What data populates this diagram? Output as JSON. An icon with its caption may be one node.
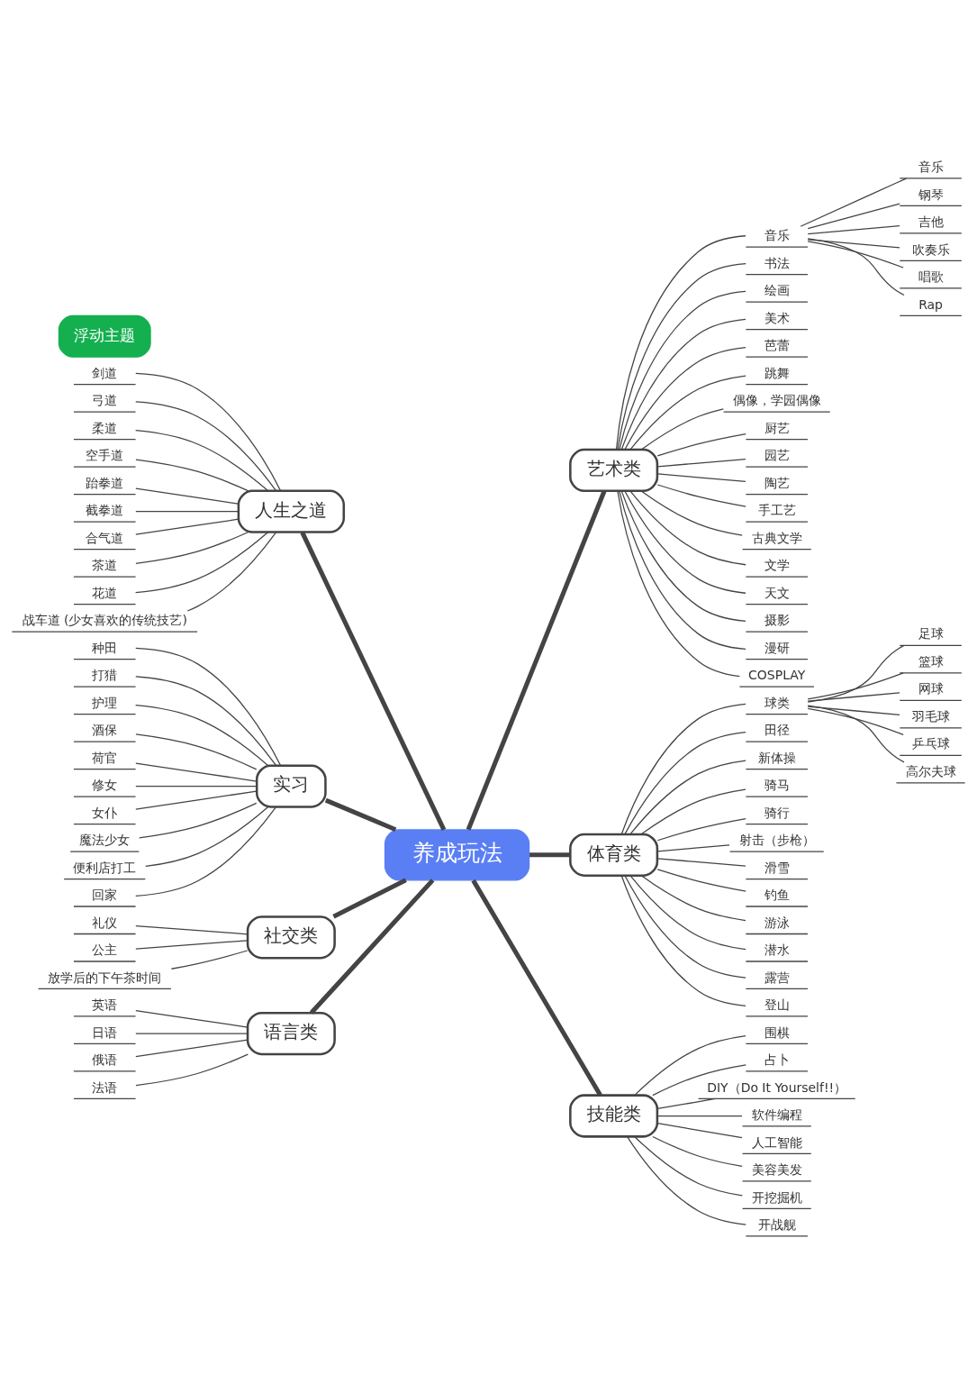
{
  "diagram": {
    "nodes": [
      {
        "text": [
          "养成玩法"
        ]
      },
      {
        "text": [
          "浮动主题"
        ]
      },
      {
        "text": [
          "艺术类"
        ]
      },
      {
        "text": [
          "音乐"
        ]
      },
      {
        "text": [
          "音乐"
        ]
      },
      {
        "text": [
          "钢琴"
        ]
      },
      {
        "text": [
          "吉他"
        ]
      },
      {
        "text": [
          "吹奏乐"
        ]
      },
      {
        "text": [
          "唱歌"
        ]
      },
      {
        "text": [
          "Rap"
        ]
      },
      {
        "text": [
          "书法"
        ]
      },
      {
        "text": [
          "绘画"
        ]
      },
      {
        "text": [
          "美术"
        ]
      },
      {
        "text": [
          "芭蕾"
        ]
      },
      {
        "text": [
          "跳舞"
        ]
      },
      {
        "text": [
          "偶像，学园偶像"
        ]
      },
      {
        "text": [
          "厨艺"
        ]
      },
      {
        "text": [
          "园艺"
        ]
      },
      {
        "text": [
          "陶艺"
        ]
      },
      {
        "text": [
          "手工艺"
        ]
      },
      {
        "text": [
          "古典文学"
        ]
      },
      {
        "text": [
          "文学"
        ]
      },
      {
        "text": [
          "天文"
        ]
      },
      {
        "text": [
          "摄影"
        ]
      },
      {
        "text": [
          "漫研"
        ]
      },
      {
        "text": [
          "COSPLAY"
        ]
      },
      {
        "text": [
          "体育类"
        ]
      },
      {
        "text": [
          "球类"
        ]
      },
      {
        "text": [
          "足球"
        ]
      },
      {
        "text": [
          "篮球"
        ]
      },
      {
        "text": [
          "网球"
        ]
      },
      {
        "text": [
          "羽毛球"
        ]
      },
      {
        "text": [
          "乒乓球"
        ]
      },
      {
        "text": [
          "高尔夫球"
        ]
      },
      {
        "text": [
          "田径"
        ]
      },
      {
        "text": [
          "新体操"
        ]
      },
      {
        "text": [
          "骑马"
        ]
      },
      {
        "text": [
          "骑行"
        ]
      },
      {
        "text": [
          "射击（步枪）"
        ]
      },
      {
        "text": [
          "滑雪"
        ]
      },
      {
        "text": [
          "钓鱼"
        ]
      },
      {
        "text": [
          "游泳"
        ]
      },
      {
        "text": [
          "潜水"
        ]
      },
      {
        "text": [
          "露营"
        ]
      },
      {
        "text": [
          "登山"
        ]
      },
      {
        "text": [
          "技能类"
        ]
      },
      {
        "text": [
          "围棋"
        ]
      },
      {
        "text": [
          "占卜"
        ]
      },
      {
        "text": [
          "DIY（Do It Yourself!!）"
        ]
      },
      {
        "text": [
          "软件编程"
        ]
      },
      {
        "text": [
          "人工智能"
        ]
      },
      {
        "text": [
          "美容美发"
        ]
      },
      {
        "text": [
          "开挖掘机"
        ]
      },
      {
        "text": [
          "开战舰"
        ]
      },
      {
        "text": [
          "人生之道"
        ]
      },
      {
        "text": [
          "剑道"
        ]
      },
      {
        "text": [
          "弓道"
        ]
      },
      {
        "text": [
          "柔道"
        ]
      },
      {
        "text": [
          "空手道"
        ]
      },
      {
        "text": [
          "跆拳道"
        ]
      },
      {
        "text": [
          "截拳道"
        ]
      },
      {
        "text": [
          "合气道"
        ]
      },
      {
        "text": [
          "茶道"
        ]
      },
      {
        "text": [
          "花道"
        ]
      },
      {
        "text": [
          "战车道 (少女喜欢的传统技艺)"
        ]
      },
      {
        "text": [
          "实习"
        ]
      },
      {
        "text": [
          "种田"
        ]
      },
      {
        "text": [
          "打猎"
        ]
      },
      {
        "text": [
          "护理"
        ]
      },
      {
        "text": [
          "酒保"
        ]
      },
      {
        "text": [
          "荷官"
        ]
      },
      {
        "text": [
          "修女"
        ]
      },
      {
        "text": [
          "女仆"
        ]
      },
      {
        "text": [
          "魔法少女"
        ]
      },
      {
        "text": [
          "便利店打工"
        ]
      },
      {
        "text": [
          "回家"
        ]
      },
      {
        "text": [
          "社交类"
        ]
      },
      {
        "text": [
          "礼仪"
        ]
      },
      {
        "text": [
          "公主"
        ]
      },
      {
        "text": [
          "放学后的下午茶时间"
        ]
      },
      {
        "text": [
          "语言类"
        ]
      },
      {
        "text": [
          "英语"
        ]
      },
      {
        "text": [
          "日语"
        ]
      },
      {
        "text": [
          "俄语"
        ]
      },
      {
        "text": [
          "法语"
        ]
      }
    ],
    "edges": [
      {
        "from": 0,
        "to": 2,
        "arrow": "none",
        "style": "thick"
      },
      {
        "from": 2,
        "to": 3,
        "arrow": "none"
      },
      {
        "from": 3,
        "to": 4,
        "arrow": "none"
      },
      {
        "from": 3,
        "to": 5,
        "arrow": "none"
      },
      {
        "from": 3,
        "to": 6,
        "arrow": "none"
      },
      {
        "from": 3,
        "to": 7,
        "arrow": "none"
      },
      {
        "from": 3,
        "to": 8,
        "arrow": "none"
      },
      {
        "from": 3,
        "to": 9,
        "arrow": "none"
      },
      {
        "from": 2,
        "to": 10,
        "arrow": "none"
      },
      {
        "from": 2,
        "to": 11,
        "arrow": "none"
      },
      {
        "from": 2,
        "to": 12,
        "arrow": "none"
      },
      {
        "from": 2,
        "to": 13,
        "arrow": "none"
      },
      {
        "from": 2,
        "to": 14,
        "arrow": "none"
      },
      {
        "from": 2,
        "to": 15,
        "arrow": "none"
      },
      {
        "from": 2,
        "to": 16,
        "arrow": "none"
      },
      {
        "from": 2,
        "to": 17,
        "arrow": "none"
      },
      {
        "from": 2,
        "to": 18,
        "arrow": "none"
      },
      {
        "from": 2,
        "to": 19,
        "arrow": "none"
      },
      {
        "from": 2,
        "to": 20,
        "arrow": "none"
      },
      {
        "from": 2,
        "to": 21,
        "arrow": "none"
      },
      {
        "from": 2,
        "to": 22,
        "arrow": "none"
      },
      {
        "from": 2,
        "to": 23,
        "arrow": "none"
      },
      {
        "from": 2,
        "to": 24,
        "arrow": "none"
      },
      {
        "from": 2,
        "to": 25,
        "arrow": "none"
      },
      {
        "from": 0,
        "to": 26,
        "arrow": "none",
        "style": "thick"
      },
      {
        "from": 26,
        "to": 27,
        "arrow": "none"
      },
      {
        "from": 27,
        "to": 28,
        "arrow": "none"
      },
      {
        "from": 27,
        "to": 29,
        "arrow": "none"
      },
      {
        "from": 27,
        "to": 30,
        "arrow": "none"
      },
      {
        "from": 27,
        "to": 31,
        "arrow": "none"
      },
      {
        "from": 27,
        "to": 32,
        "arrow": "none"
      },
      {
        "from": 27,
        "to": 33,
        "arrow": "none"
      },
      {
        "from": 26,
        "to": 34,
        "arrow": "none"
      },
      {
        "from": 26,
        "to": 35,
        "arrow": "none"
      },
      {
        "from": 26,
        "to": 36,
        "arrow": "none"
      },
      {
        "from": 26,
        "to": 37,
        "arrow": "none"
      },
      {
        "from": 26,
        "to": 38,
        "arrow": "none"
      },
      {
        "from": 26,
        "to": 39,
        "arrow": "none"
      },
      {
        "from": 26,
        "to": 40,
        "arrow": "none"
      },
      {
        "from": 26,
        "to": 41,
        "arrow": "none"
      },
      {
        "from": 26,
        "to": 42,
        "arrow": "none"
      },
      {
        "from": 26,
        "to": 43,
        "arrow": "none"
      },
      {
        "from": 26,
        "to": 44,
        "arrow": "none"
      },
      {
        "from": 0,
        "to": 45,
        "arrow": "none",
        "style": "thick"
      },
      {
        "from": 45,
        "to": 46,
        "arrow": "none"
      },
      {
        "from": 45,
        "to": 47,
        "arrow": "none"
      },
      {
        "from": 45,
        "to": 48,
        "arrow": "none"
      },
      {
        "from": 45,
        "to": 49,
        "arrow": "none"
      },
      {
        "from": 45,
        "to": 50,
        "arrow": "none"
      },
      {
        "from": 45,
        "to": 51,
        "arrow": "none"
      },
      {
        "from": 45,
        "to": 52,
        "arrow": "none"
      },
      {
        "from": 45,
        "to": 53,
        "arrow": "none"
      },
      {
        "from": 0,
        "to": 54,
        "arrow": "none",
        "style": "thick"
      },
      {
        "from": 54,
        "to": 55,
        "arrow": "none"
      },
      {
        "from": 54,
        "to": 56,
        "arrow": "none"
      },
      {
        "from": 54,
        "to": 57,
        "arrow": "none"
      },
      {
        "from": 54,
        "to": 58,
        "arrow": "none"
      },
      {
        "from": 54,
        "to": 59,
        "arrow": "none"
      },
      {
        "from": 54,
        "to": 60,
        "arrow": "none"
      },
      {
        "from": 54,
        "to": 61,
        "arrow": "none"
      },
      {
        "from": 54,
        "to": 62,
        "arrow": "none"
      },
      {
        "from": 54,
        "to": 63,
        "arrow": "none"
      },
      {
        "from": 54,
        "to": 64,
        "arrow": "none"
      },
      {
        "from": 0,
        "to": 65,
        "arrow": "none",
        "style": "thick"
      },
      {
        "from": 65,
        "to": 66,
        "arrow": "none"
      },
      {
        "from": 65,
        "to": 67,
        "arrow": "none"
      },
      {
        "from": 65,
        "to": 68,
        "arrow": "none"
      },
      {
        "from": 65,
        "to": 69,
        "arrow": "none"
      },
      {
        "from": 65,
        "to": 70,
        "arrow": "none"
      },
      {
        "from": 65,
        "to": 71,
        "arrow": "none"
      },
      {
        "from": 65,
        "to": 72,
        "arrow": "none"
      },
      {
        "from": 65,
        "to": 73,
        "arrow": "none"
      },
      {
        "from": 65,
        "to": 74,
        "arrow": "none"
      },
      {
        "from": 65,
        "to": 75,
        "arrow": "none"
      },
      {
        "from": 0,
        "to": 76,
        "arrow": "none",
        "style": "thick"
      },
      {
        "from": 76,
        "to": 77,
        "arrow": "none"
      },
      {
        "from": 76,
        "to": 78,
        "arrow": "none"
      },
      {
        "from": 76,
        "to": 79,
        "arrow": "none"
      },
      {
        "from": 0,
        "to": 80,
        "arrow": "none",
        "style": "thick"
      },
      {
        "from": 80,
        "to": 81,
        "arrow": "none"
      },
      {
        "from": 80,
        "to": 82,
        "arrow": "none"
      },
      {
        "from": 80,
        "to": 83,
        "arrow": "none"
      },
      {
        "from": 80,
        "to": 84,
        "arrow": "none"
      }
    ]
  }
}
